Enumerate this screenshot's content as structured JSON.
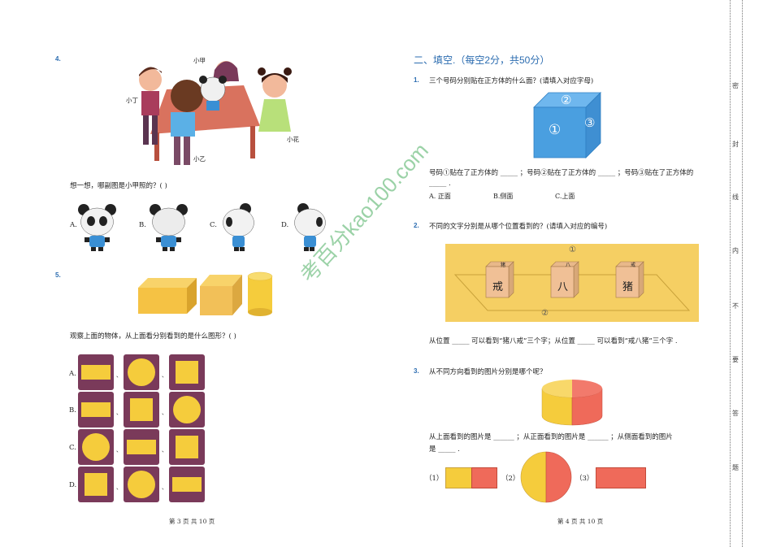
{
  "left": {
    "q4": {
      "num": "4.",
      "names": {
        "jia": "小甲",
        "ding": "小丁",
        "yi": "小乙",
        "hua": "小花"
      },
      "question": "想一想，哪副图是小甲照的？(      )",
      "options": [
        "A.",
        "B.",
        "C.",
        "D."
      ]
    },
    "q5": {
      "num": "5.",
      "question": "观察上面的物体，从上面看分别看到的是什么图形？(      )",
      "options": [
        "A.",
        "B.",
        "C.",
        "D."
      ],
      "separator": "、"
    },
    "footer": "第 3 页  共 10 页"
  },
  "right": {
    "section_title": "二、填空.（每空2分，共50分）",
    "q1": {
      "num": "1.",
      "question": "三个号码分别贴在正方体的什么面？(请填入对应字母)",
      "labels": [
        "①",
        "②",
        "③"
      ],
      "answer_line": "号码①贴在了正方体的 _____ ；号码②贴在了正方体的 _____ ；号码③贴在了正方体的",
      "answer_line2": "_____ .",
      "choices": [
        "A. 正面",
        "B.侧面",
        "C.上面"
      ]
    },
    "q2": {
      "num": "2.",
      "question": "不同的文字分别是从哪个位置看到的？(请填入对应的编号)",
      "pos1": "①",
      "pos2": "②",
      "cube_front": [
        "戒",
        "八",
        "猪"
      ],
      "cube_top": [
        "猪",
        "八",
        "戒"
      ],
      "answer_line": "从位置 _____ 可以看到“猪八戒”三个字；从位置 _____ 可以看到“戒八猪”三个字 ."
    },
    "q3": {
      "num": "3.",
      "question": "从不同方向看到的图片分别是哪个呢？",
      "answer_line": "从上面看到的图片是 ______ ；从正面看到的图片是 ______ ；从侧面看到的图片",
      "answer_line2": "是 _____ .",
      "opt_labels": [
        "（1）",
        "（2）",
        "（3）"
      ]
    },
    "footer": "第 4 页  共 10 页"
  },
  "binding_chars": [
    "密",
    "封",
    "线",
    "内",
    "不",
    "要",
    "答",
    "题"
  ],
  "watermark": "考百分kao100.com",
  "colors": {
    "accent": "#2b6cb0",
    "yellow": "#f5cc3c",
    "red": "#ef6a5a",
    "tile": "#7a3a5a",
    "cube_blue": "#4a9fe0"
  }
}
